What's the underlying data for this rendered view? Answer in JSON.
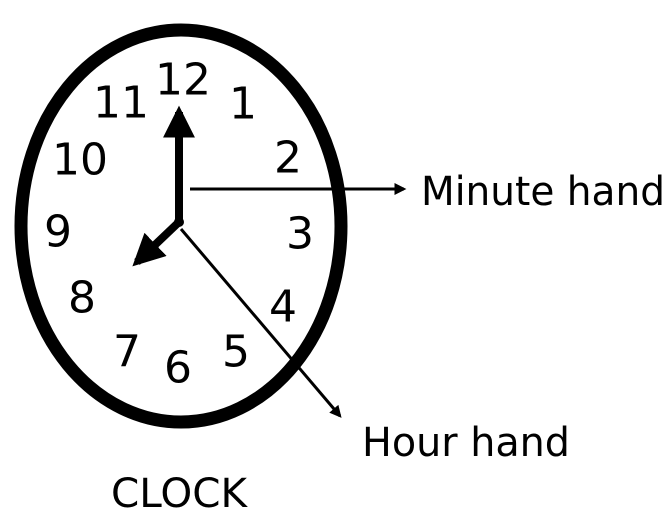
{
  "clock": {
    "numerals": [
      "12",
      "1",
      "2",
      "3",
      "4",
      "5",
      "6",
      "7",
      "8",
      "9",
      "10",
      "11"
    ],
    "time_shown": {
      "hour_hand_points_to": "8",
      "minute_hand_points_to": "12"
    }
  },
  "labels": {
    "minute_hand": "Minute hand",
    "hour_hand": "Hour hand",
    "caption": "CLOCK"
  },
  "colors": {
    "ink": "#000000",
    "background": "#ffffff"
  }
}
